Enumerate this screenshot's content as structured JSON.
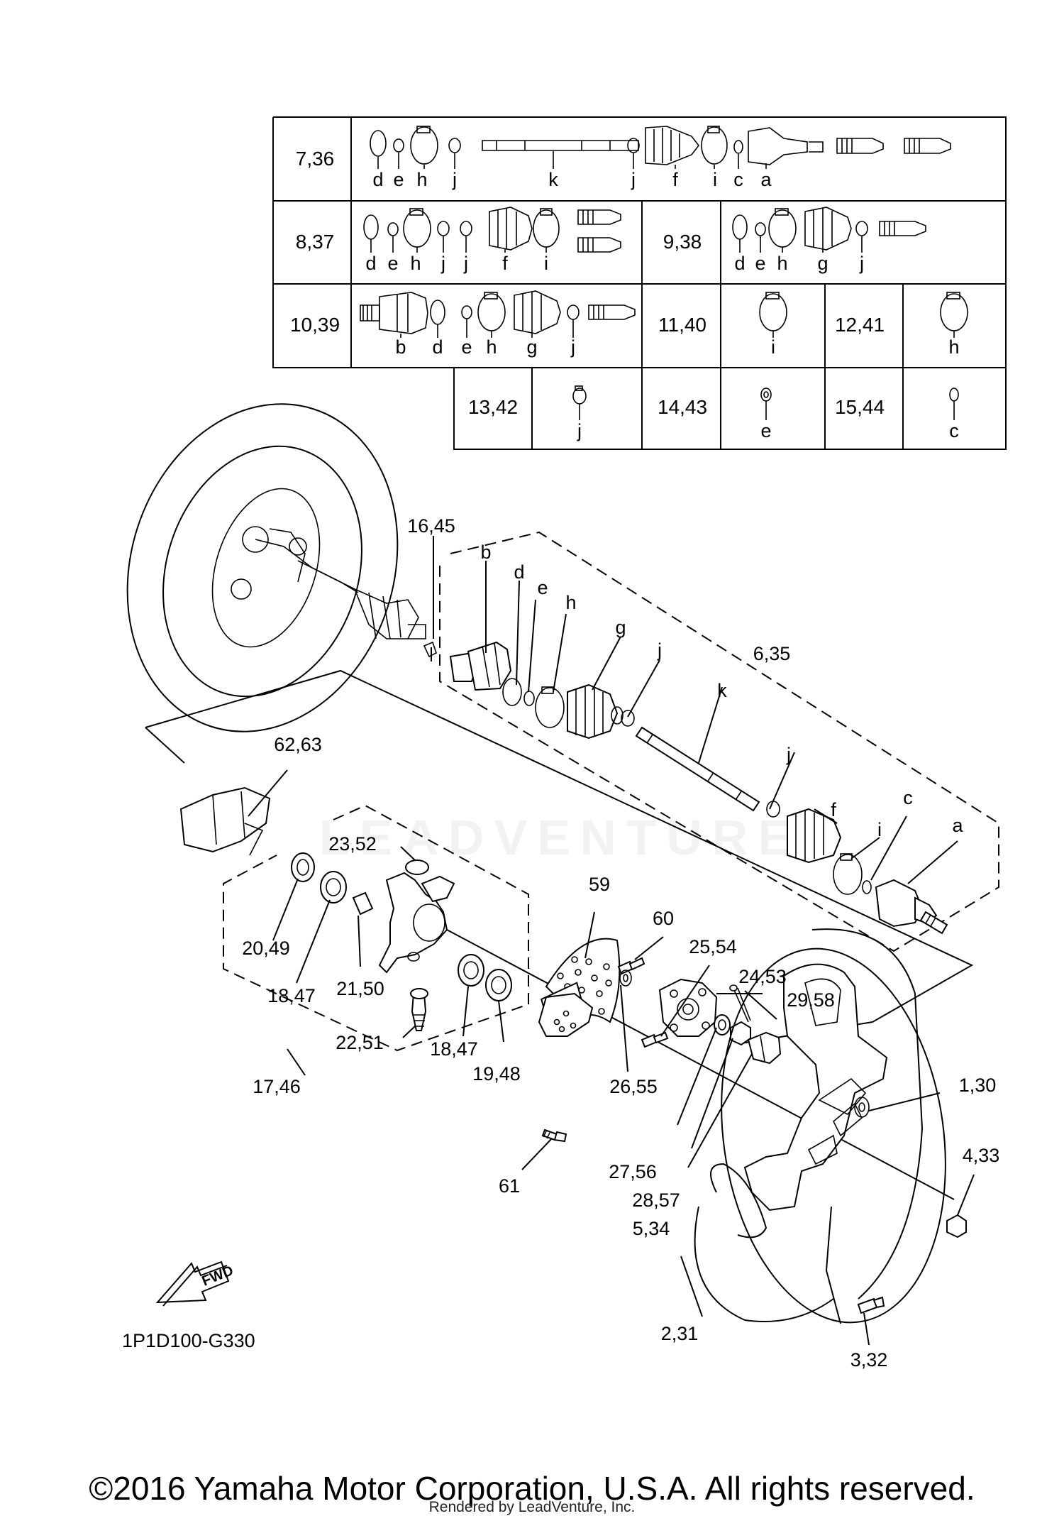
{
  "kit_table": {
    "rows": [
      {
        "ref": "7,36",
        "letters": [
          "d",
          "e",
          "h",
          "j",
          "k",
          "j",
          "f",
          "i",
          "c",
          "a"
        ]
      },
      {
        "ref": "8,37",
        "letters": [
          "d",
          "e",
          "h",
          "j",
          "j",
          "f",
          "i"
        ]
      },
      {
        "ref": "9,38",
        "letters": [
          "d",
          "e",
          "h",
          "g",
          "j"
        ]
      },
      {
        "ref": "10,39",
        "letters": [
          "b",
          "d",
          "e",
          "h",
          "g",
          "j"
        ]
      },
      {
        "ref": "11,40",
        "letters": [
          "i"
        ]
      },
      {
        "ref": "12,41",
        "letters": [
          "h"
        ]
      },
      {
        "ref": "13,42",
        "letters": [
          "j"
        ]
      },
      {
        "ref": "14,43",
        "letters": [
          "e"
        ]
      },
      {
        "ref": "15,44",
        "letters": [
          "c"
        ]
      }
    ]
  },
  "callouts": {
    "c16_45": "16,45",
    "c6_35": "6,35",
    "c62_63": "62,63",
    "c23_52": "23,52",
    "c20_49": "20,49",
    "c18_47a": "18,47",
    "c21_50": "21,50",
    "c22_51": "22,51",
    "c18_47b": "18,47",
    "c19_48": "19,48",
    "c17_46": "17,46",
    "c59": "59",
    "c60": "60",
    "c25_54": "25,54",
    "c24_53": "24,53",
    "c29_58": "29,58",
    "c1_30": "1,30",
    "c4_33": "4,33",
    "c26_55": "26,55",
    "c27_56": "27,56",
    "c28_57": "28,57",
    "c5_34": "5,34",
    "c61": "61",
    "c2_31": "2,31",
    "c3_32": "3,32"
  },
  "shaft_letters": {
    "b": "b",
    "d": "d",
    "e": "e",
    "h": "h",
    "g": "g",
    "j1": "j",
    "k": "k",
    "j2": "j",
    "f": "f",
    "i": "i",
    "c": "c",
    "a": "a"
  },
  "fwd_label": "FWD",
  "diagram_code": "1P1D100-G330",
  "copyright": "©2016 Yamaha Motor Corporation, U.S.A. All rights reserved.",
  "render_credit": "Rendered by LeadVenture, Inc."
}
